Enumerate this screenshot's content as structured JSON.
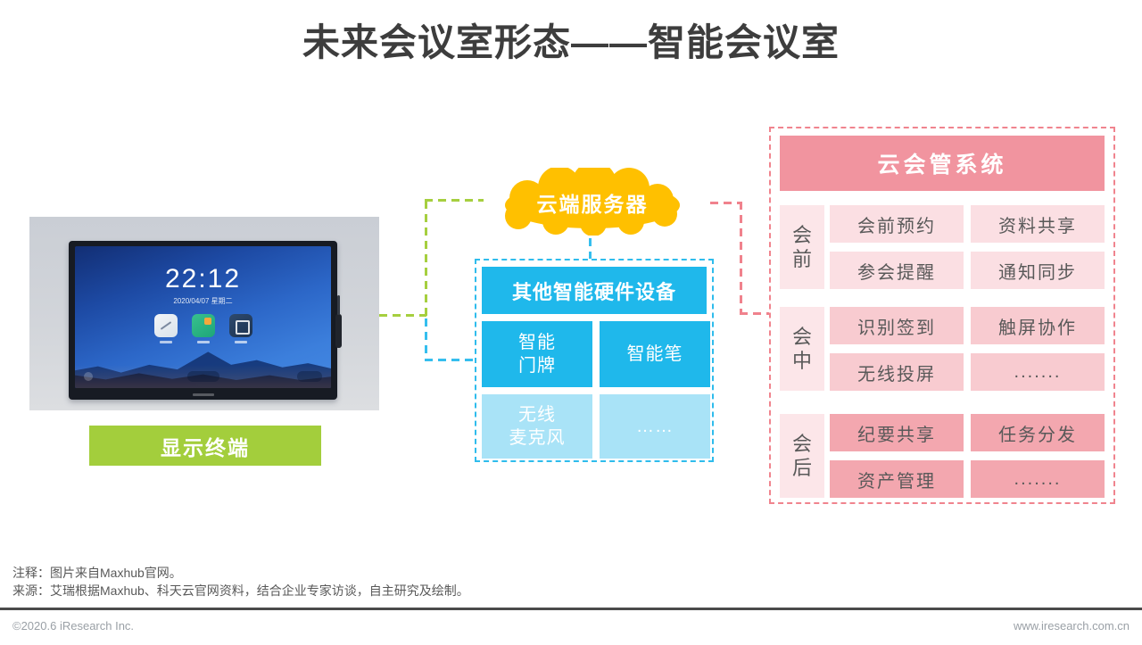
{
  "title": "未来会议室形态——智能会议室",
  "display_terminal": {
    "label": "显示终端",
    "screen": {
      "clock": "22:12",
      "date": "2020/04/07  星期二"
    }
  },
  "cloud_server": {
    "label": "云端服务器"
  },
  "smart_hardware": {
    "header": "其他智能硬件设备",
    "cells": [
      "智能\n门牌",
      "智能笔",
      "无线\n麦克风",
      "……"
    ]
  },
  "meeting_system": {
    "header": "云会管系统",
    "sections": [
      {
        "label": "会前",
        "cells": [
          "会前预约",
          "资料共享",
          "参会提醒",
          "通知同步"
        ]
      },
      {
        "label": "会中",
        "cells": [
          "识别签到",
          "触屏协作",
          "无线投屏",
          "......."
        ]
      },
      {
        "label": "会后",
        "cells": [
          "纪要共享",
          "任务分发",
          "资产管理",
          "......."
        ]
      }
    ]
  },
  "notes": [
    "注释：图片来自Maxhub官网。",
    "来源：艾瑞根据Maxhub、科天云官网资料，结合企业专家访谈，自主研究及绘制。"
  ],
  "footer": {
    "left": "©2020.6 iResearch Inc.",
    "right": "www.iresearch.com.cn"
  },
  "palette": {
    "green": "#A3CE3C",
    "yellow": "#FFC000",
    "blue_bright": "#1FB8EB",
    "blue_light": "#A9E3F7",
    "blue_border": "#2FBCEC",
    "pink_header": "#F1949F",
    "pink_border": "#F0848E",
    "pink_label": "#FCE6E9",
    "pink_pre": "#FBDFE3",
    "pink_mid": "#F8CBD0",
    "pink_post": "#F3A7AF",
    "title_gray": "#3D3D3D",
    "text_gray": "#595959"
  }
}
